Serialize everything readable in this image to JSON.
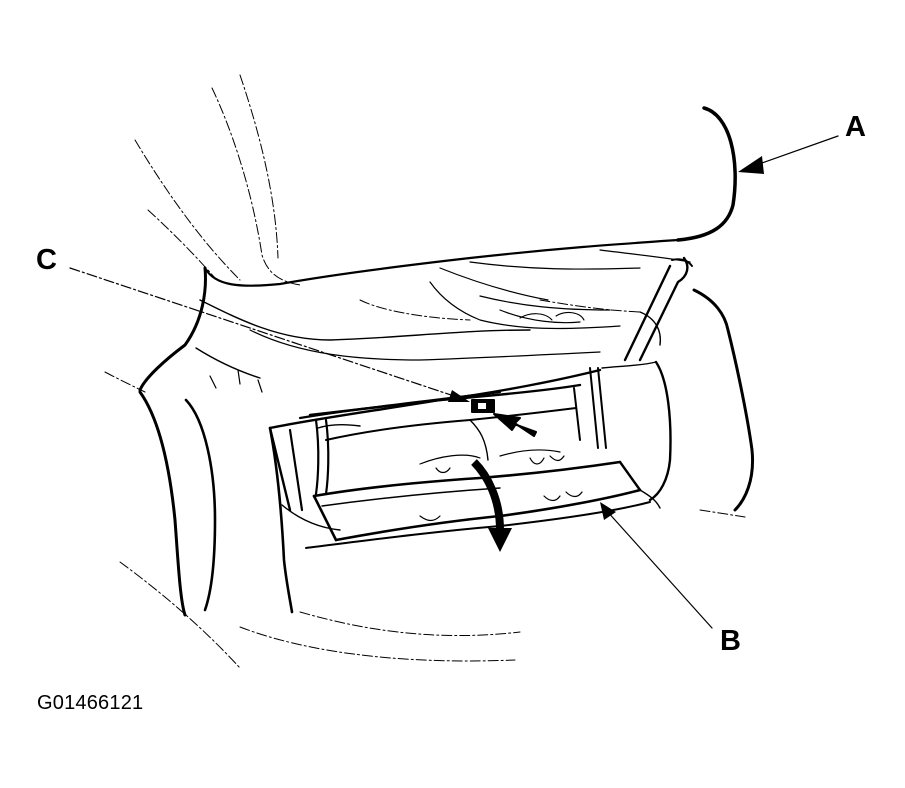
{
  "callouts": {
    "a": "A",
    "b": "B",
    "c": "C"
  },
  "figure_id": "G01466121",
  "colors": {
    "ink": "#000000",
    "background": "#ffffff"
  },
  "icons": [
    "curved-arrow-icon",
    "push-arrow-icon"
  ]
}
